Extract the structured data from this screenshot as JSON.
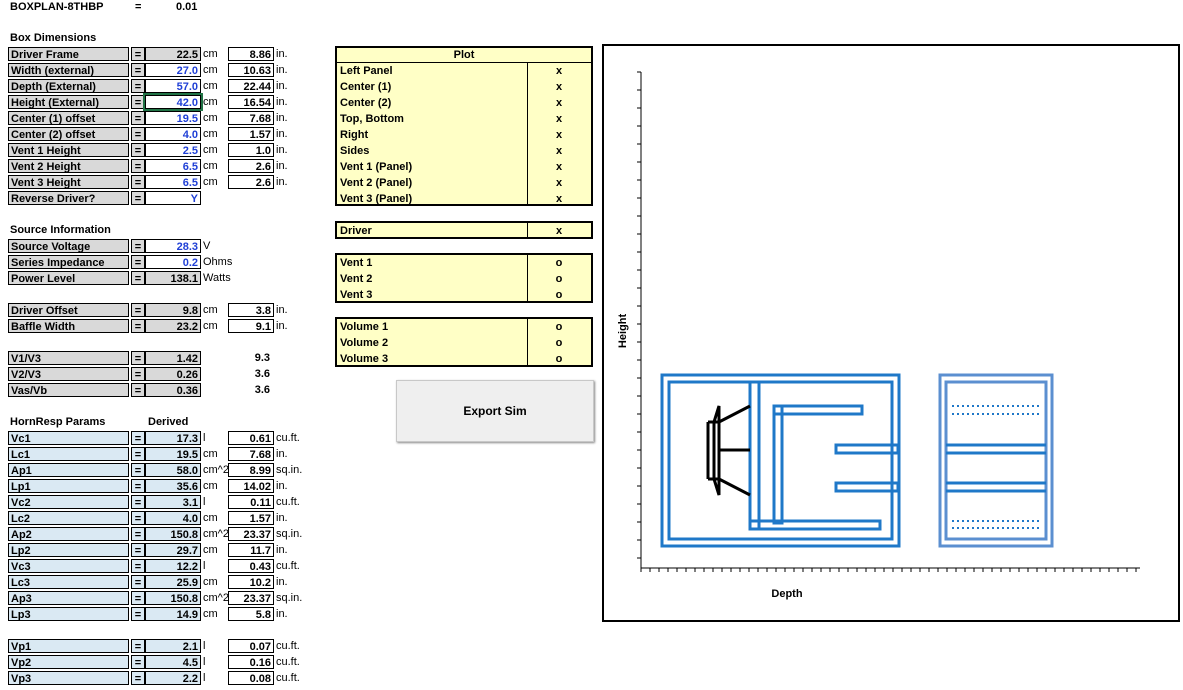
{
  "header": {
    "name": "BOXPLAN-8THBP",
    "eq": "=",
    "version": "0.01"
  },
  "box_dimensions": {
    "title": "Box Dimensions",
    "rows": [
      {
        "label": "Driver Frame",
        "eq": "=",
        "value": "22.5",
        "unit": "cm",
        "conv": "8.86",
        "cunit": "in.",
        "input": false
      },
      {
        "label": "Width (external)",
        "eq": "=",
        "value": "27.0",
        "unit": "cm",
        "conv": "10.63",
        "cunit": "in.",
        "input": true
      },
      {
        "label": "Depth (External)",
        "eq": "=",
        "value": "57.0",
        "unit": "cm",
        "conv": "22.44",
        "cunit": "in.",
        "input": true
      },
      {
        "label": "Height (External)",
        "eq": "=",
        "value": "42.0",
        "unit": "cm",
        "conv": "16.54",
        "cunit": "in.",
        "input": true
      },
      {
        "label": "Center (1) offset",
        "eq": "=",
        "value": "19.5",
        "unit": "cm",
        "conv": "7.68",
        "cunit": "in.",
        "input": true
      },
      {
        "label": "Center (2) offset",
        "eq": "=",
        "value": "4.0",
        "unit": "cm",
        "conv": "1.57",
        "cunit": "in.",
        "input": true
      },
      {
        "label": "Vent 1 Height",
        "eq": "=",
        "value": "2.5",
        "unit": "cm",
        "conv": "1.0",
        "cunit": "in.",
        "input": true
      },
      {
        "label": "Vent 2 Height",
        "eq": "=",
        "value": "6.5",
        "unit": "cm",
        "conv": "2.6",
        "cunit": "in.",
        "input": true
      },
      {
        "label": "Vent 3 Height",
        "eq": "=",
        "value": "6.5",
        "unit": "cm",
        "conv": "2.6",
        "cunit": "in.",
        "input": true
      },
      {
        "label": "Reverse Driver?",
        "eq": "=",
        "value": "Y",
        "unit": "",
        "conv": "",
        "cunit": "",
        "input": true
      }
    ]
  },
  "source_info": {
    "title": "Source Information",
    "rows": [
      {
        "label": "Source Voltage",
        "eq": "=",
        "value": "28.3",
        "unit": "V",
        "input": true
      },
      {
        "label": "Series Impedance",
        "eq": "=",
        "value": "0.2",
        "unit": "Ohms",
        "input": true
      },
      {
        "label": "Power Level",
        "eq": "=",
        "value": "138.1",
        "unit": "Watts",
        "input": false
      }
    ]
  },
  "offsets": {
    "rows": [
      {
        "label": "Driver Offset",
        "eq": "=",
        "value": "9.8",
        "unit": "cm",
        "conv": "3.8",
        "cunit": "in."
      },
      {
        "label": "Baffle Width",
        "eq": "=",
        "value": "23.2",
        "unit": "cm",
        "conv": "9.1",
        "cunit": "in."
      }
    ]
  },
  "ratios": {
    "rows": [
      {
        "label": "V1/V3",
        "eq": "=",
        "value": "1.42",
        "extra": "9.3"
      },
      {
        "label": "V2/V3",
        "eq": "=",
        "value": "0.26",
        "extra": "3.6"
      },
      {
        "label": "Vas/Vb",
        "eq": "=",
        "value": "0.36",
        "extra": "3.6"
      }
    ]
  },
  "hornresp": {
    "title": "HornResp Params",
    "derived": "Derived",
    "rows": [
      {
        "label": "Vc1",
        "eq": "=",
        "value": "17.3",
        "unit": "l",
        "conv": "0.61",
        "cunit": "cu.ft."
      },
      {
        "label": "Lc1",
        "eq": "=",
        "value": "19.5",
        "unit": "cm",
        "conv": "7.68",
        "cunit": "in."
      },
      {
        "label": "Ap1",
        "eq": "=",
        "value": "58.0",
        "unit": "cm^2",
        "conv": "8.99",
        "cunit": "sq.in."
      },
      {
        "label": "Lp1",
        "eq": "=",
        "value": "35.6",
        "unit": "cm",
        "conv": "14.02",
        "cunit": "in."
      },
      {
        "label": "Vc2",
        "eq": "=",
        "value": "3.1",
        "unit": "l",
        "conv": "0.11",
        "cunit": "cu.ft."
      },
      {
        "label": "Lc2",
        "eq": "=",
        "value": "4.0",
        "unit": "cm",
        "conv": "1.57",
        "cunit": "in."
      },
      {
        "label": "Ap2",
        "eq": "=",
        "value": "150.8",
        "unit": "cm^2",
        "conv": "23.37",
        "cunit": "sq.in."
      },
      {
        "label": "Lp2",
        "eq": "=",
        "value": "29.7",
        "unit": "cm",
        "conv": "11.7",
        "cunit": "in."
      },
      {
        "label": "Vc3",
        "eq": "=",
        "value": "12.2",
        "unit": "l",
        "conv": "0.43",
        "cunit": "cu.ft."
      },
      {
        "label": "Lc3",
        "eq": "=",
        "value": "25.9",
        "unit": "cm",
        "conv": "10.2",
        "cunit": "in."
      },
      {
        "label": "Ap3",
        "eq": "=",
        "value": "150.8",
        "unit": "cm^2",
        "conv": "23.37",
        "cunit": "sq.in."
      },
      {
        "label": "Lp3",
        "eq": "=",
        "value": "14.9",
        "unit": "cm",
        "conv": "5.8",
        "cunit": "in."
      }
    ]
  },
  "vents": {
    "rows": [
      {
        "label": "Vp1",
        "eq": "=",
        "value": "2.1",
        "unit": "l",
        "conv": "0.07",
        "cunit": "cu.ft."
      },
      {
        "label": "Vp2",
        "eq": "=",
        "value": "4.5",
        "unit": "l",
        "conv": "0.16",
        "cunit": "cu.ft."
      },
      {
        "label": "Vp3",
        "eq": "=",
        "value": "2.2",
        "unit": "l",
        "conv": "0.08",
        "cunit": "cu.ft."
      }
    ]
  },
  "plot_options": {
    "title": "Plot",
    "groups": [
      [
        {
          "name": "Left Panel",
          "mark": "x"
        },
        {
          "name": "Center (1)",
          "mark": "x"
        },
        {
          "name": "Center (2)",
          "mark": "x"
        },
        {
          "name": "Top, Bottom",
          "mark": "x"
        },
        {
          "name": "Right",
          "mark": "x"
        },
        {
          "name": "Sides",
          "mark": "x"
        },
        {
          "name": "Vent 1 (Panel)",
          "mark": "x"
        },
        {
          "name": "Vent 2 (Panel)",
          "mark": "x"
        },
        {
          "name": "Vent 3 (Panel)",
          "mark": "x"
        }
      ],
      [
        {
          "name": "Driver",
          "mark": "x"
        }
      ],
      [
        {
          "name": "Vent 1",
          "mark": "o"
        },
        {
          "name": "Vent 2",
          "mark": "o"
        },
        {
          "name": "Vent 3",
          "mark": "o"
        }
      ],
      [
        {
          "name": "Volume 1",
          "mark": "o"
        },
        {
          "name": "Volume 2",
          "mark": "o"
        },
        {
          "name": "Volume 3",
          "mark": "o"
        }
      ]
    ]
  },
  "export_button": "Export Sim",
  "plot": {
    "xlabel": "Depth",
    "ylabel": "Height",
    "line_color": "#1f78c8",
    "side_color": "#5b8fd0",
    "driver_color": "#000000"
  }
}
